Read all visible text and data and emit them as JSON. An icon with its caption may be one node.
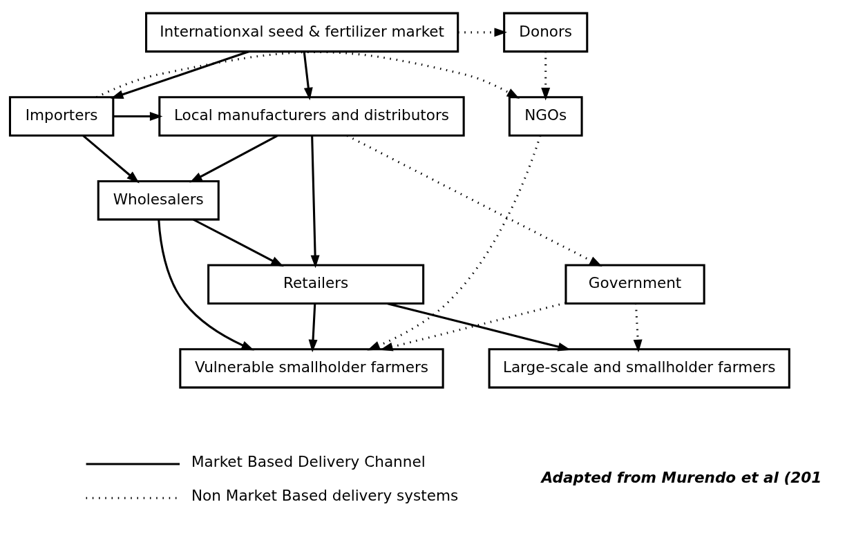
{
  "diagram": {
    "nodes": [
      {
        "text": [
          "Internationxal seed & fertilizer market"
        ]
      },
      {
        "text": [
          "Donors"
        ]
      },
      {
        "text": [
          "Local manufacturers and distributors"
        ]
      },
      {
        "text": [
          "Importers"
        ]
      },
      {
        "text": [
          "NGOs"
        ]
      },
      {
        "text": [
          "Wholesalers"
        ]
      },
      {
        "text": [
          "Retailers"
        ]
      },
      {
        "text": [
          "Government"
        ]
      },
      {
        "text": [
          "Vulnerable smallholder farmers"
        ]
      },
      {
        "text": [
          "Large-scale and smallholder farmers"
        ]
      }
    ],
    "edges": [
      {
        "from": 0,
        "to": 1,
        "arrow": "to",
        "style": "dashed"
      },
      {
        "from": 0,
        "to": 3,
        "arrow": "to"
      },
      {
        "from": 0,
        "to": 2,
        "arrow": "to"
      },
      {
        "from": 3,
        "to": 2,
        "arrow": "to"
      },
      {
        "from": 3,
        "to": 4,
        "arrow": "to",
        "style": "dashed"
      },
      {
        "from": 1,
        "to": 4,
        "arrow": "to",
        "style": "dashed"
      },
      {
        "from": 3,
        "to": 5,
        "arrow": "to"
      },
      {
        "from": 2,
        "to": 5,
        "arrow": "to"
      },
      {
        "from": 2,
        "to": 6,
        "arrow": "to"
      },
      {
        "from": 2,
        "to": 7,
        "arrow": "to",
        "style": "dashed"
      },
      {
        "from": 5,
        "to": 6,
        "arrow": "to"
      },
      {
        "from": 4,
        "to": 8,
        "arrow": "to",
        "style": "dashed"
      },
      {
        "from": 5,
        "to": 8,
        "arrow": "to"
      },
      {
        "from": 6,
        "to": 8,
        "arrow": "to"
      },
      {
        "from": 6,
        "to": 9,
        "arrow": "to"
      },
      {
        "from": 7,
        "to": 8,
        "arrow": "to",
        "style": "dashed"
      },
      {
        "from": 7,
        "to": 9,
        "arrow": "to",
        "style": "dashed"
      }
    ],
    "labels": [
      "Adapted from Murendo et al (201"
    ],
    "legend": [
      {
        "text": "Market Based Delivery Channel"
      },
      {
        "text": "Non Market Based delivery systems"
      }
    ]
  }
}
